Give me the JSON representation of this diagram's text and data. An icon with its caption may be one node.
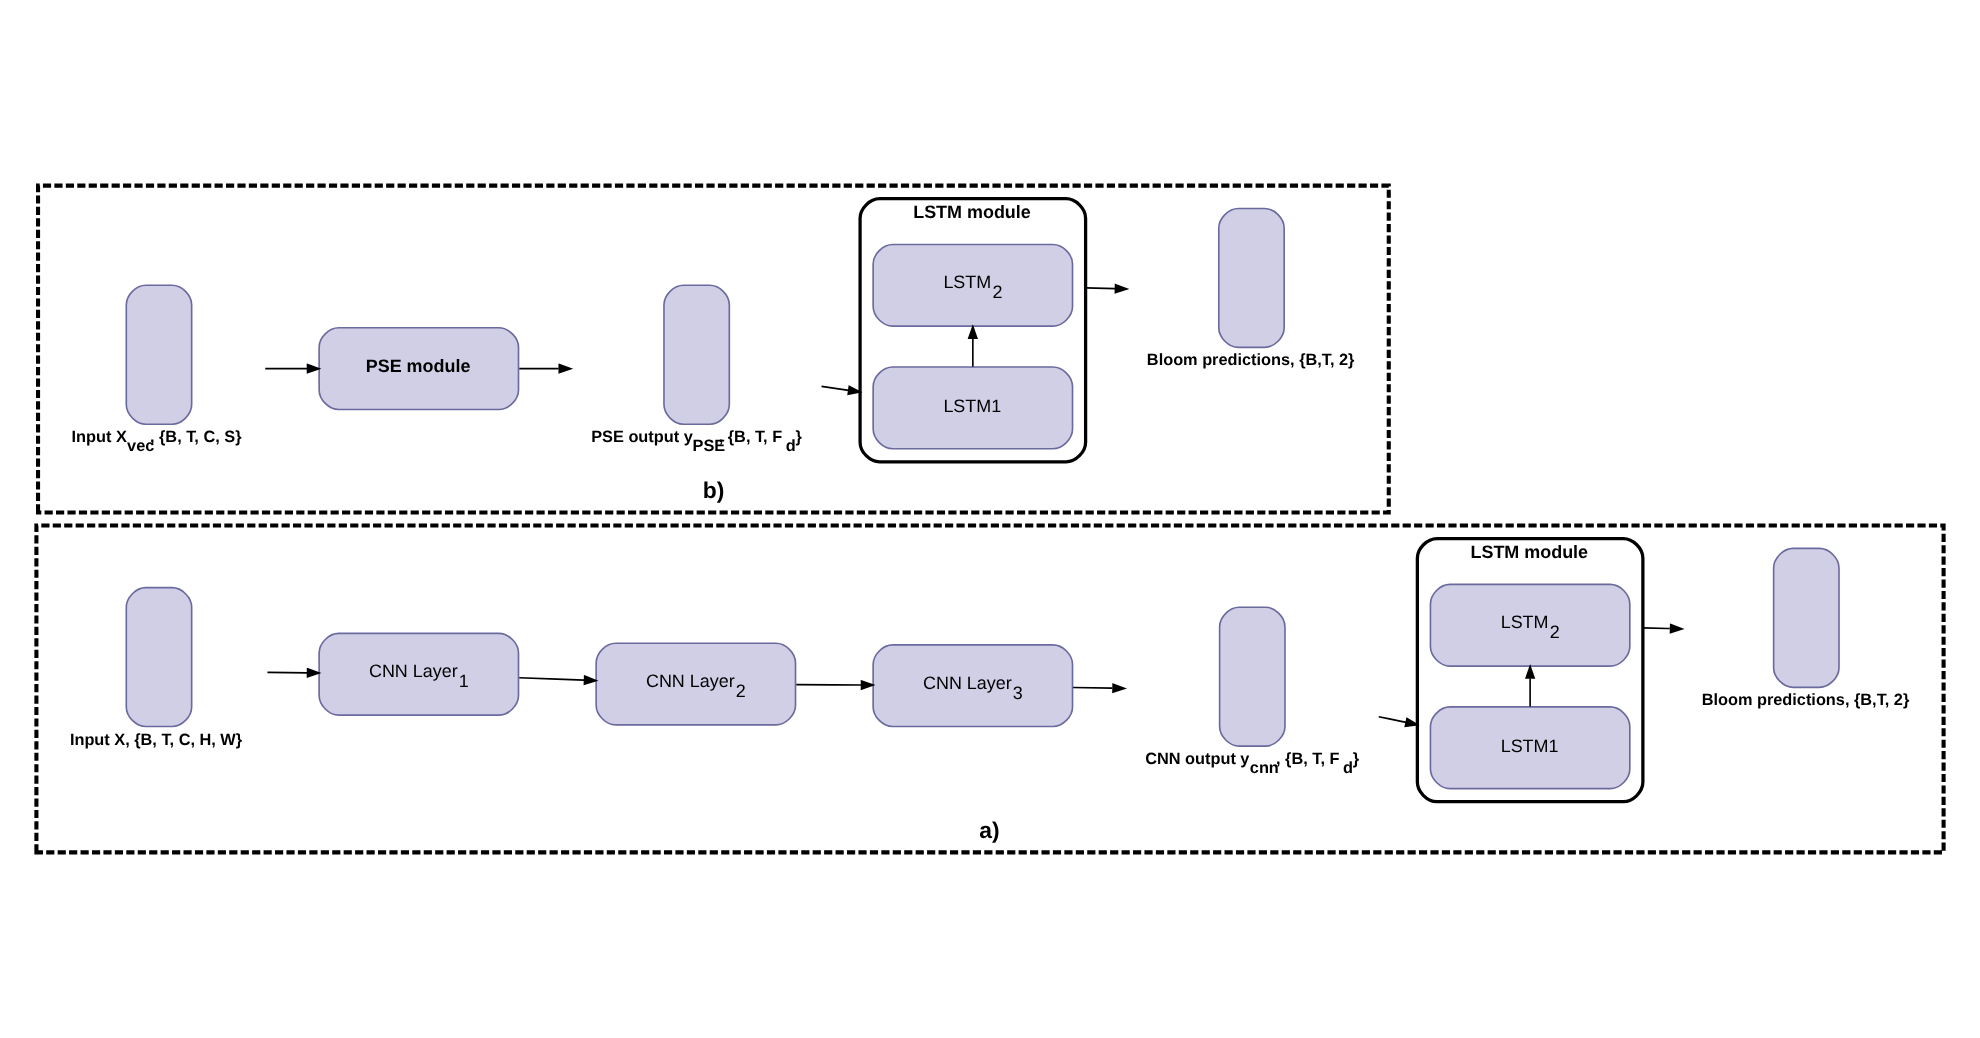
{
  "diagram": {
    "nodes": [
      {
        "text": [
          "a)"
        ]
      },
      {
        "text": [],
        "shape": "box",
        "beside": [
          "Input X, {B, T, C, H, W}"
        ],
        "in": 0
      },
      {
        "text": [
          "CNN Layer$_{1}$"
        ],
        "in": 0
      },
      {
        "text": [
          "CNN Layer$_{2}$"
        ],
        "in": 0
      },
      {
        "text": [
          "CNN Layer$_{3}$"
        ],
        "in": 0
      },
      {
        "text": [],
        "shape": "box",
        "beside": [
          "CNN output y$_{cnn}$, {B, T, F$_{d}$}"
        ],
        "in": 0
      },
      {
        "text": [
          "LSTM module"
        ],
        "in": 0
      },
      {
        "text": [
          "LSTM$_{2}$"
        ],
        "in": 6
      },
      {
        "text": [
          "LSTM1"
        ],
        "in": 6
      },
      {
        "text": [],
        "shape": "box",
        "beside": [
          "Bloom predictions, {B,T, 2}"
        ],
        "in": 0
      },
      {
        "text": [
          "b)"
        ]
      },
      {
        "text": [],
        "shape": "box",
        "beside": [
          "Input X$_{vec}$, {B, T, C, S}"
        ],
        "in": 10
      },
      {
        "text": [
          "PSE module"
        ],
        "in": 10
      },
      {
        "text": [],
        "shape": "box",
        "beside": [
          "PSE output y$_{PSE}$, {B, T, F$_{d}$}"
        ],
        "in": 10
      },
      {
        "text": [
          "LSTM module"
        ],
        "in": 10
      },
      {
        "text": [
          "LSTM$_{2}$"
        ],
        "in": 14
      },
      {
        "text": [
          "LSTM1"
        ],
        "in": 14
      },
      {
        "text": [],
        "shape": "box",
        "beside": [
          "Bloom predictions, {B,T, 2}"
        ],
        "in": 10
      }
    ],
    "edges": [
      {
        "from": 1,
        "to": 2,
        "arrow": "to"
      },
      {
        "from": 2,
        "to": 3,
        "arrow": "to"
      },
      {
        "from": 3,
        "to": 4,
        "arrow": "to"
      },
      {
        "from": 4,
        "to": 5,
        "arrow": "to"
      },
      {
        "from": 5,
        "to": 6,
        "arrow": "to"
      },
      {
        "from": 8,
        "to": 7,
        "arrow": "to"
      },
      {
        "from": 6,
        "to": 9,
        "arrow": "to"
      },
      {
        "from": 11,
        "to": 12,
        "arrow": "to"
      },
      {
        "from": 12,
        "to": 13,
        "arrow": "to"
      },
      {
        "from": 13,
        "to": 14,
        "arrow": "to"
      },
      {
        "from": 16,
        "to": 15,
        "arrow": "to"
      },
      {
        "from": 14,
        "to": 17,
        "arrow": "to"
      }
    ]
  }
}
